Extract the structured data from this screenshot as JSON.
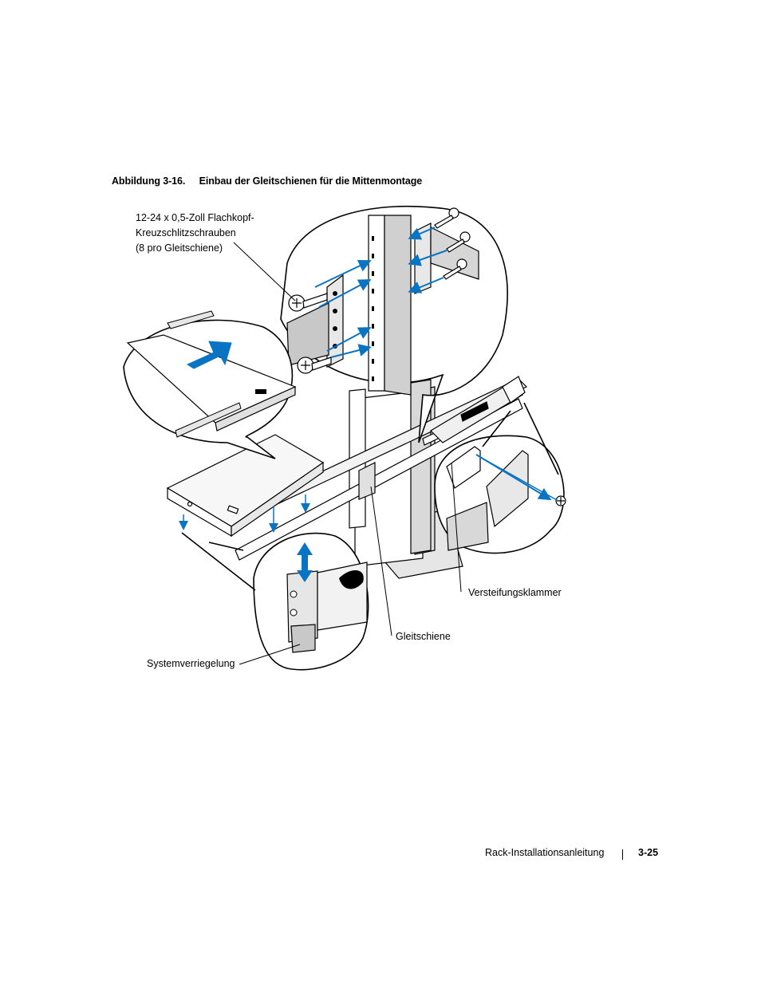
{
  "figure": {
    "number": "Abbildung 3-16.",
    "title": "Einbau der Gleitschienen für die Mittenmontage",
    "labels": {
      "screws_line1": "12-24 x 0,5-Zoll Flachkopf-",
      "screws_line2": "Kreuzschlitzschrauben",
      "screws_line3": "(8 pro Gleitschiene)",
      "bracket": "Versteifungsklammer",
      "rail": "Gleitschiene",
      "latch": "Systemverriegelung"
    }
  },
  "footer": {
    "guide_title": "Rack-Installationsanleitung",
    "page_number": "3-25"
  },
  "colors": {
    "arrow_blue": "#0a74c4",
    "line": "#000000",
    "shade": "#c8c8c8"
  }
}
